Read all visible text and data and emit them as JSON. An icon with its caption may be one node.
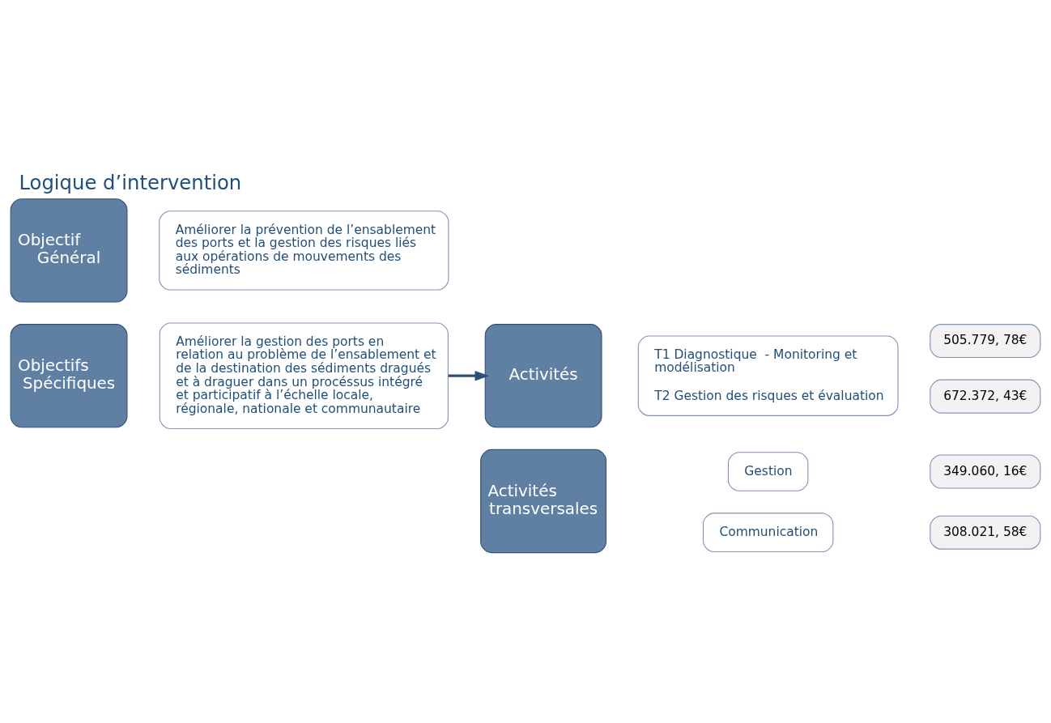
{
  "diagram": {
    "title": "Logique d’intervention",
    "nodes": [
      {
        "text": [
          "Objectif Général"
        ]
      },
      {
        "text": [
          "Améliorer la prévention de l’ensablement des ports et la gestion des risques liés aux opérations de mouvements des sédiments"
        ]
      },
      {
        "text": [
          "Objectifs Spécifiques"
        ]
      },
      {
        "text": [
          "Améliorer la gestion des ports en relation au problème de l’ensablement et de la destination des sédiments dragués et à draguer dans un procéssus intégré et participatif à l’échelle locale, régionale, nationale et communautaire"
        ]
      },
      {
        "text": [
          "Activités"
        ]
      },
      {
        "text": [
          "T1 Diagnostique  - Monitoring et modélisation",
          "T2 Gestion des risques et évaluation"
        ]
      },
      {
        "text": [
          "505.779, 78€"
        ]
      },
      {
        "text": [
          "672.372, 43€"
        ]
      },
      {
        "text": [
          "Activités transversales"
        ]
      },
      {
        "text": [
          "Gestion"
        ]
      },
      {
        "text": [
          "349.060, 16€"
        ]
      },
      {
        "text": [
          "Communication"
        ]
      },
      {
        "text": [
          "308.021, 58€"
        ]
      }
    ],
    "edges": [
      {
        "from": 3,
        "to": 4,
        "arrow": "to"
      }
    ]
  }
}
